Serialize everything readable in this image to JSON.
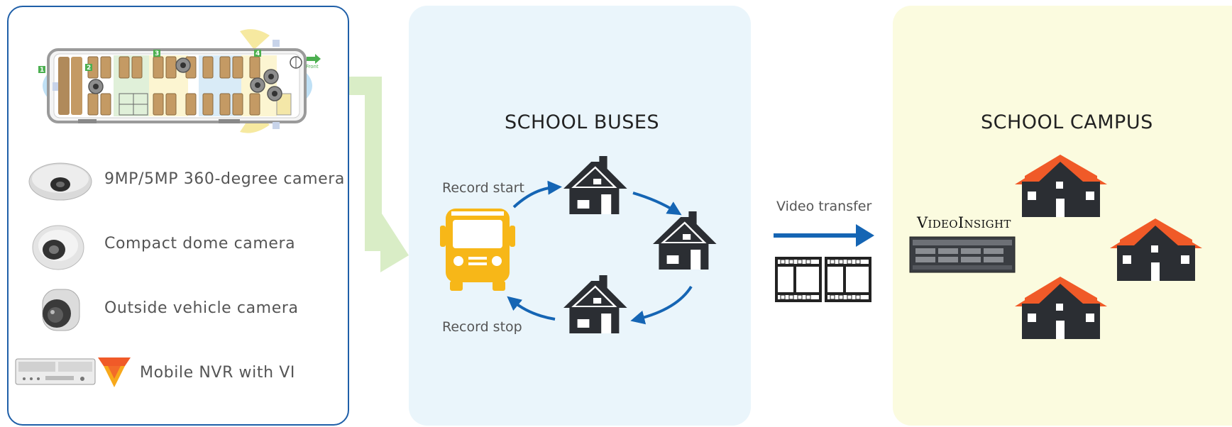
{
  "equipment": {
    "items": [
      {
        "label": "9MP/5MP 360-degree camera",
        "icon": "fisheye-camera-icon"
      },
      {
        "label": "Compact dome camera",
        "icon": "dome-camera-icon"
      },
      {
        "label": "Outside vehicle camera",
        "icon": "outside-camera-icon"
      },
      {
        "label": "Mobile NVR with VI",
        "icon": "mobile-nvr-icon"
      }
    ],
    "bus_layout": {
      "markers": [
        "1",
        "2",
        "3",
        "4"
      ],
      "front_label": "Front"
    }
  },
  "buses": {
    "title": "SCHOOL BUSES",
    "record_start": "Record start",
    "record_stop": "Record stop"
  },
  "transfer": {
    "label": "Video transfer"
  },
  "campus": {
    "title": "SCHOOL CAMPUS",
    "logo_text": "VideoInsight"
  },
  "colors": {
    "border_blue": "#1f5fa8",
    "arrow_blue": "#1565b4",
    "bus_yellow": "#f7b718",
    "roof_orange": "#f05a28",
    "house_dark": "#2b2e33",
    "light_green_arrow": "#d9edc6",
    "buses_bg": "#eaf5fb",
    "campus_bg": "#fbfbdf"
  }
}
